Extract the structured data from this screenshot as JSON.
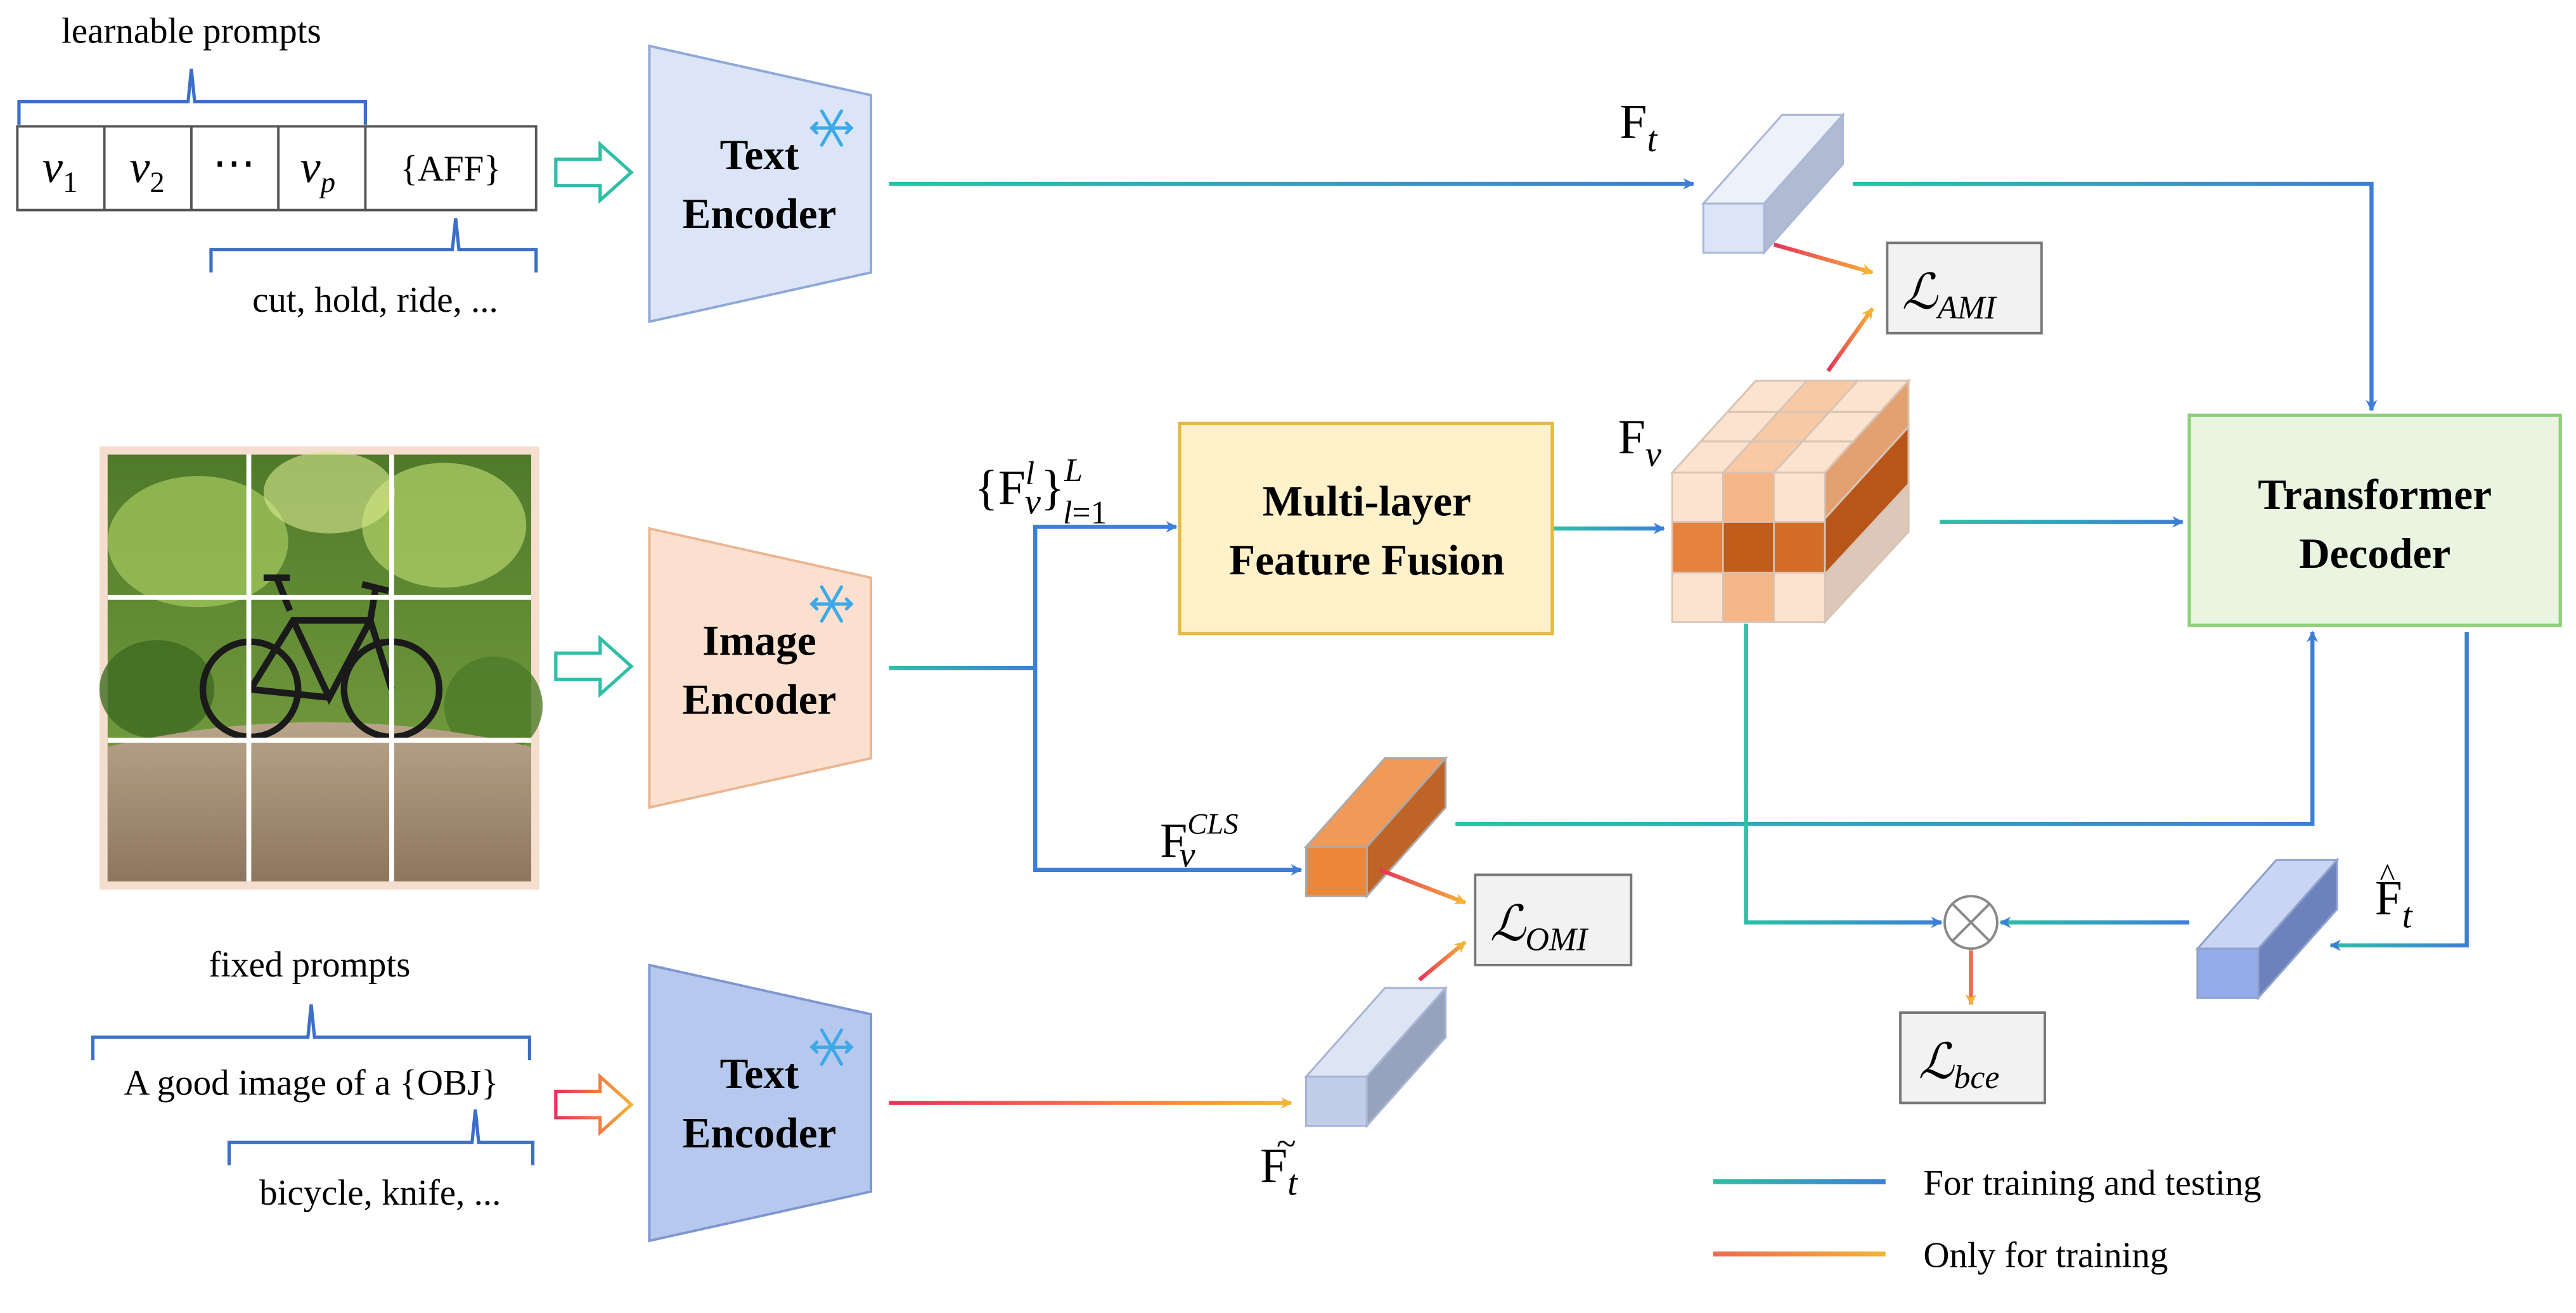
{
  "prompts": {
    "learnable_title": "learnable prompts",
    "cells": [
      "v1",
      "v2",
      "⋯",
      "vp",
      "{AFF}"
    ],
    "affordance_examples": "cut, hold, ride, ...",
    "fixed_title": "fixed prompts",
    "fixed_template": "A good image of a {OBJ}",
    "object_examples": "bicycle, knife, ..."
  },
  "encoders": {
    "text_top": [
      "Text",
      "Encoder"
    ],
    "image": [
      "Image",
      "Encoder"
    ],
    "text_bottom": [
      "Text",
      "Encoder"
    ],
    "frozen_icon": "snowflake-icon"
  },
  "fusion": [
    "Multi-layer",
    "Feature Fusion"
  ],
  "decoder": [
    "Transformer",
    "Decoder"
  ],
  "features": {
    "ft": "Ft",
    "fv": "Fv",
    "fv_layers": "{Fv^l}_{l=1}^L",
    "fv_cls": "Fv^CLS",
    "ft_tilde": "F̃t",
    "ft_hat": "F̂t"
  },
  "losses": {
    "ami": "ℒAMI",
    "omi": "ℒOMI",
    "bce": "ℒbce"
  },
  "legend": [
    {
      "label": "For training and testing",
      "colors": [
        "#2ebfa5",
        "#3d7fd6"
      ]
    },
    {
      "label": "Only for training",
      "colors": [
        "#ef6a4f",
        "#f5b336"
      ]
    }
  ],
  "colors": {
    "train_test_start": "#2ebfa5",
    "train_test_end": "#3d7fd6",
    "train_only_start": "#e8325a",
    "train_only_end": "#f5b336",
    "text_encoder_top": "#dbe5f7",
    "image_encoder": "#fbe0cf",
    "text_encoder_bottom": "#b7c8ee",
    "fusion_box": "#fff1c9",
    "decoder_box": "#e9f5e0"
  }
}
